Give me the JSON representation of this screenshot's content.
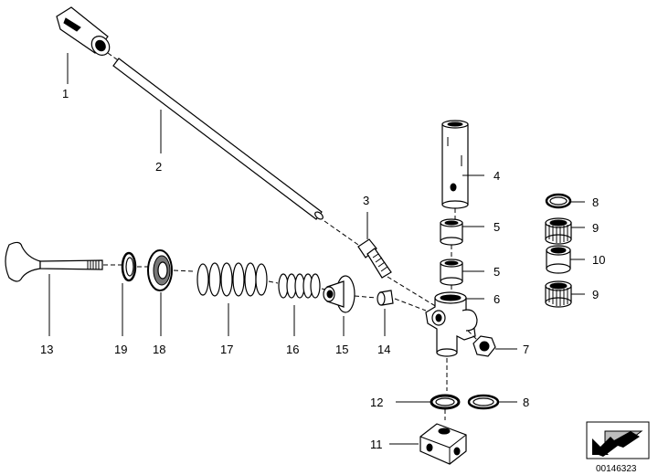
{
  "parts": [
    {
      "id": "p1",
      "label": "1"
    },
    {
      "id": "p2",
      "label": "2"
    },
    {
      "id": "p3",
      "label": "3"
    },
    {
      "id": "p4",
      "label": "4"
    },
    {
      "id": "p5a",
      "label": "5"
    },
    {
      "id": "p5b",
      "label": "5"
    },
    {
      "id": "p6",
      "label": "6"
    },
    {
      "id": "p7",
      "label": "7"
    },
    {
      "id": "p8a",
      "label": "8"
    },
    {
      "id": "p9a",
      "label": "9"
    },
    {
      "id": "p10",
      "label": "10"
    },
    {
      "id": "p9b",
      "label": "9"
    },
    {
      "id": "p8b",
      "label": "8"
    },
    {
      "id": "p11",
      "label": "11"
    },
    {
      "id": "p12",
      "label": "12"
    },
    {
      "id": "p13",
      "label": "13"
    },
    {
      "id": "p14",
      "label": "14"
    },
    {
      "id": "p15",
      "label": "15"
    },
    {
      "id": "p16",
      "label": "16"
    },
    {
      "id": "p17",
      "label": "17"
    },
    {
      "id": "p18",
      "label": "18"
    },
    {
      "id": "p19",
      "label": "19"
    }
  ],
  "diagram_id": "00146323",
  "icons": {
    "corner_symbol": "arrow-cutaway-icon"
  }
}
